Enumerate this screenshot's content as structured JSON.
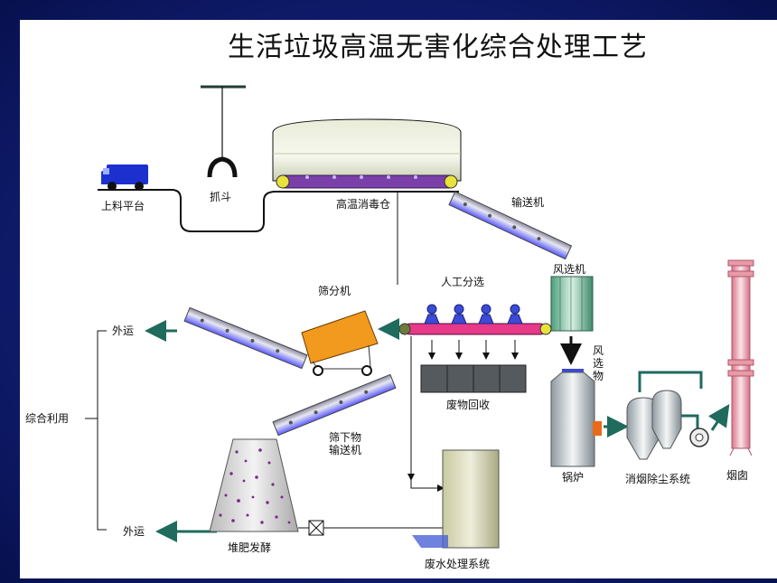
{
  "title": "生活垃圾高温无害化综合处理工艺",
  "labels": {
    "loading_platform": "上料平台",
    "grab_bucket": "抓斗",
    "sterilization_bin": "高温消毒仓",
    "conveyor": "输送机",
    "air_separator": "风选机",
    "manual_sorting": "人工分选",
    "screening_machine": "筛分机",
    "export_top": "外运",
    "export_bottom": "外运",
    "comprehensive_use": "综合利用",
    "waste_recovery": "废物回收",
    "air_separated_matter": "风选物",
    "undersize_conveyor_line1": "筛下物",
    "undersize_conveyor_line2": "输送机",
    "boiler": "锅炉",
    "dust_removal": "消烟除尘系统",
    "chimney": "烟囱",
    "compost": "堆肥发酵",
    "wastewater": "废水处理系统"
  },
  "colors": {
    "background": "#0b1a6e",
    "panel": "#ffffff",
    "arrow": "#1f6b5e",
    "sorting_belt": "#e6398a",
    "screen_box": "#f29a1e",
    "chimney": "#e89aa6",
    "truck": "#1c2fcf"
  }
}
